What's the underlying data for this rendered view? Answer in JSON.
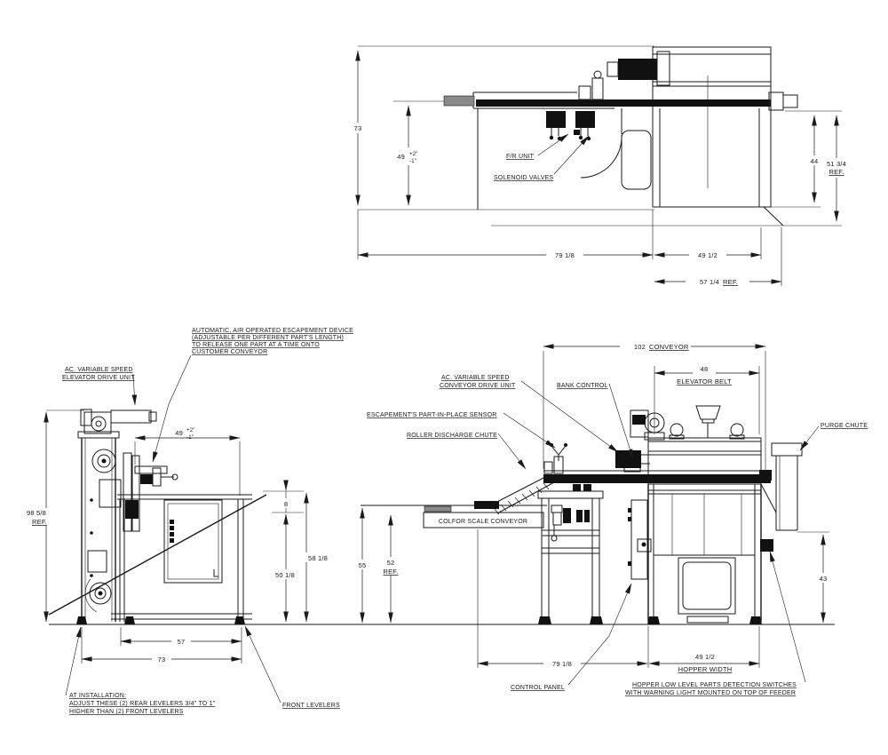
{
  "style": {
    "ink": "#1a1a1a",
    "paper": "#ffffff",
    "dark_fill": "#111111",
    "gray_fill": "#8a8a8a"
  },
  "top_view": {
    "dim_depth": "73",
    "dim_conveyor_height": "49",
    "tol_plus": "+2\"",
    "tol_minus": "-1\"",
    "label_fr_unit": "F/R UNIT",
    "label_solenoid_valves": "SOLENOID VALVES",
    "dim_44": "44",
    "dim_51_34": "51 3/4",
    "ref": "REF.",
    "dim_79_18": "79 1/8",
    "dim_49_12": "49 1/2",
    "dim_57_14": "57 1/4",
    "ref2": "REF."
  },
  "left_view": {
    "label_drive_line1": "AC. VARIABLE SPEED",
    "label_drive_line2": "ELEVATOR DRIVE UNIT",
    "note_escapement": [
      "AUTOMATIC, AIR OPERATED ESCAPEMENT DEVICE",
      "(ADJUSTABLE PER DIFFERENT PART'S LENGTH)",
      "TO RELEASE ONE PART AT A TIME ONTO",
      "CUSTOMER CONVEYOR"
    ],
    "dim_height": "98 5/8",
    "ref": "REF.",
    "dim_49": "49",
    "tol_plus": "+2\"",
    "tol_minus": "-1\"",
    "dim_8": "8",
    "dim_58_18": "58 1/8",
    "dim_50_18": "50 1/8",
    "dim_57": "57",
    "dim_73": "73",
    "note_install": [
      "AT INSTALLATION:",
      "ADJUST THESE (2) REAR LEVELERS 3/4\" TO 1\"",
      "HIGHER THAN (2) FRONT LEVELERS"
    ],
    "label_front_levelers": "FRONT LEVELERS"
  },
  "right_view": {
    "label_conv_drive_line1": "AC. VARIABLE SPEED",
    "label_conv_drive_line2": "CONVEYOR DRIVE UNIT",
    "label_bank_control": "BANK CONTROL",
    "label_pip_sensor": "ESCAPEMENT'S PART-IN-PLACE SENSOR",
    "label_roller_chute": "ROLLER DISCHARGE CHUTE",
    "label_scale_conveyor": "COLFOR SCALE CONVEYOR",
    "label_purge_chute": "PURGE CHUTE",
    "dim_102": "102",
    "dim_102_suffix": "CONVEYOR",
    "dim_48": "48",
    "dim_48_suffix": "ELEVATOR BELT",
    "dim_55": "55",
    "dim_52": "52",
    "ref": "REF.",
    "dim_43": "43",
    "dim_79_18": "79 1/8",
    "dim_49_12": "49 1/2",
    "dim_49_12_suffix": "HOPPER WIDTH",
    "label_control_panel": "CONTROL PANEL",
    "note_hopper": [
      "HOPPER LOW LEVEL PARTS DETECTION SWITCHES",
      "WITH WARNING LIGHT MOUNTED ON TOP OF FEEDER"
    ]
  }
}
